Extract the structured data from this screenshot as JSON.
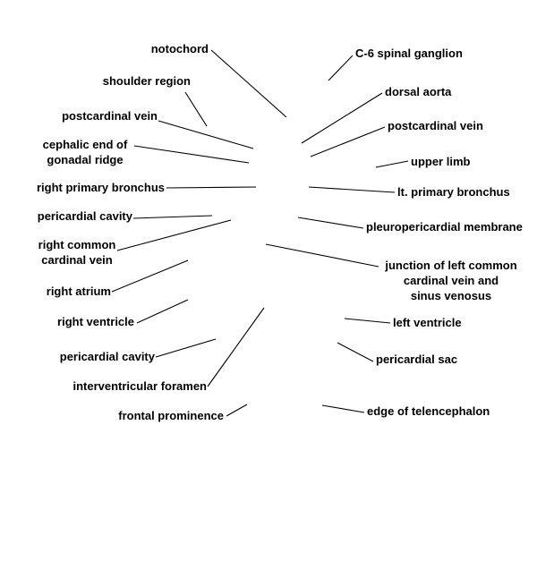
{
  "labels": {
    "notochord": "notochord",
    "shoulder_region": "shoulder region",
    "postcardinal_vein_right": "postcardinal vein",
    "cephalic_end_gonadal_ridge": "cephalic end of\ngonadal ridge",
    "right_primary_bronchus": "right primary bronchus",
    "pericardial_cavity_upper": "pericardial cavity",
    "right_common_cardinal_vein": "right common\ncardinal vein",
    "right_atrium": "right atrium",
    "right_ventricle": "right ventricle",
    "pericardial_cavity_lower": "pericardial cavity",
    "interventricular_foramen": "interventricular foramen",
    "frontal_prominence": "frontal prominence",
    "c6_spinal_ganglion": "C-6 spinal ganglion",
    "dorsal_aorta": "dorsal aorta",
    "postcardinal_vein_left": "postcardinal vein",
    "upper_limb": "upper limb",
    "lt_primary_bronchus": "lt. primary bronchus",
    "pleuropericardial_membrane": "pleuropericardial membrane",
    "junction_left_common_cardinal": "junction of left common\ncardinal vein and\nsinus venosus",
    "left_ventricle": "left ventricle",
    "pericardial_sac": "pericardial sac",
    "edge_of_telencephalon": "edge of telencephalon"
  }
}
